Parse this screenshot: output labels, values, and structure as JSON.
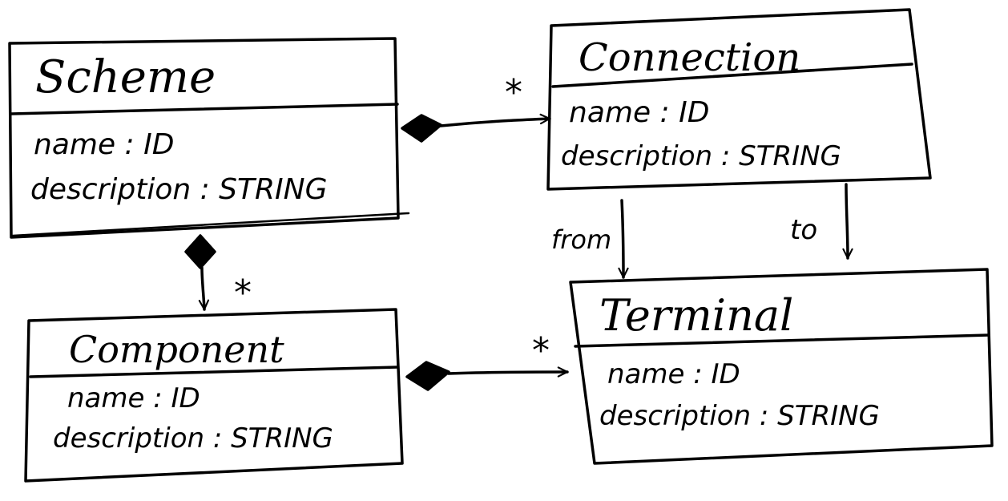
{
  "classes": {
    "scheme": {
      "name": "Scheme",
      "attributes": [
        "name : ID",
        "description : STRING"
      ]
    },
    "connection": {
      "name": "Connection",
      "attributes": [
        "name : ID",
        "description : STRING"
      ]
    },
    "component": {
      "name": "Component",
      "attributes": [
        "name : ID",
        "description : STRING"
      ]
    },
    "terminal": {
      "name": "Terminal",
      "attributes": [
        "name : ID",
        "description : STRING"
      ]
    }
  },
  "associations": {
    "scheme_connection": {
      "multiplicity": "*"
    },
    "scheme_component": {
      "multiplicity": "*"
    },
    "component_terminal": {
      "multiplicity": "*"
    },
    "connection_terminal_from": {
      "label": "from"
    },
    "connection_terminal_to": {
      "label": "to"
    }
  }
}
